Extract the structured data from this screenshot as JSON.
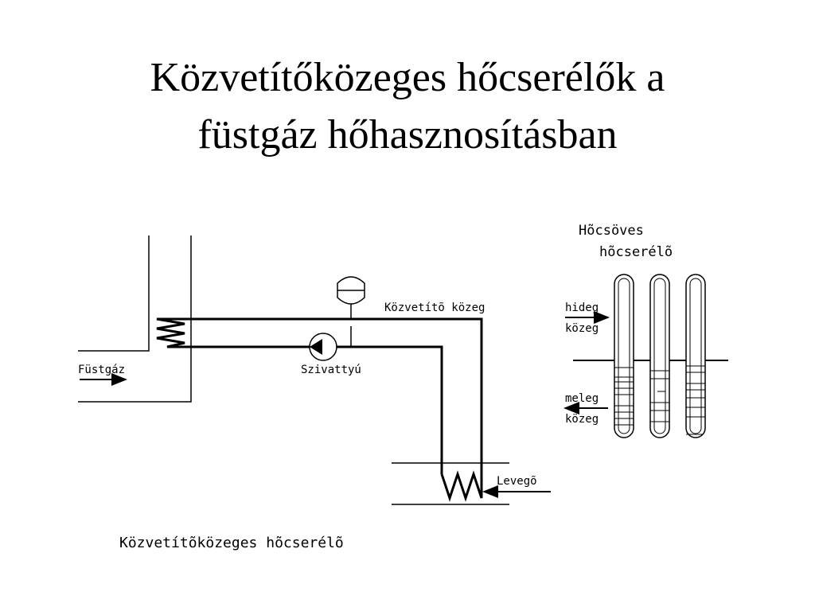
{
  "title": {
    "line1": "Közvetítőközeges hőcserélők a",
    "line2": "füstgáz hőhasznosításban"
  },
  "diagram": {
    "flue_gas_label": "Füstgáz",
    "medium_label": "Közvetítõ közeg",
    "pump_label": "Szivattyú",
    "air_label": "Levegõ",
    "caption": "Közvetítõközeges hõcserélõ",
    "heatpipe_title_1": "Hõcsöves",
    "heatpipe_title_2": "hõcserélõ",
    "cold_1": "hideg",
    "cold_2": "közeg",
    "warm_1": "meleg",
    "warm_2": "közeg"
  }
}
